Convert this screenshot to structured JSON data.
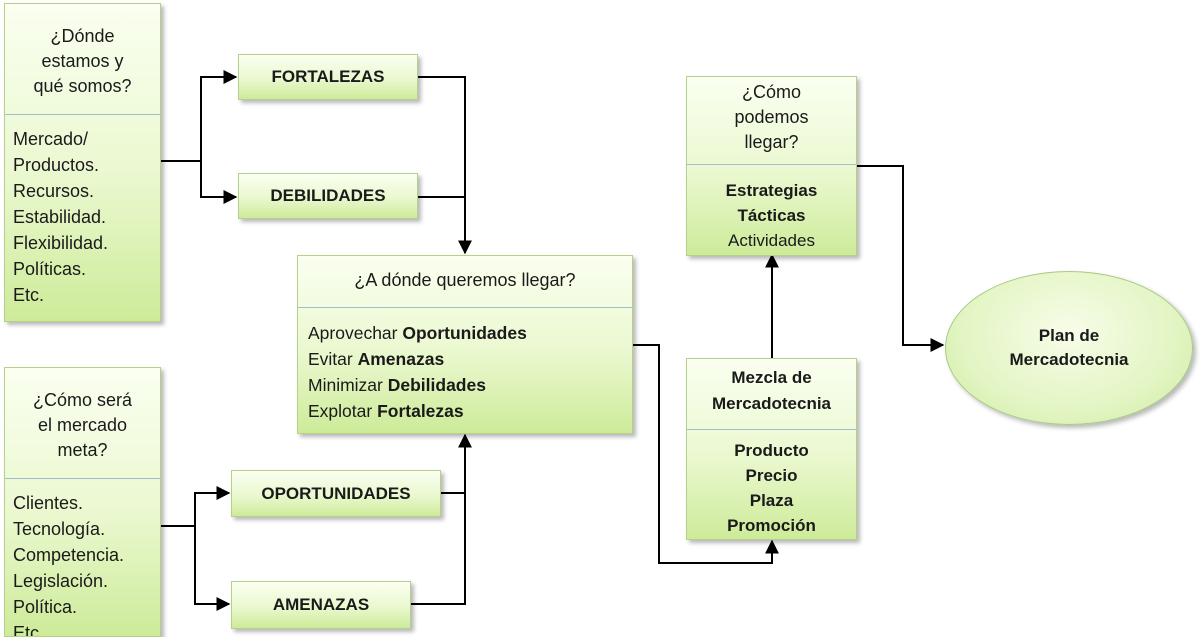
{
  "box_where": {
    "question": [
      "¿Dónde",
      "estamos y",
      "qué somos?"
    ],
    "items": [
      "Mercado/",
      "Productos.",
      "Recursos.",
      "Estabilidad.",
      "Flexibilidad.",
      "Políticas.",
      "Etc."
    ]
  },
  "box_market": {
    "question": [
      "¿Cómo será",
      "el mercado",
      "meta?"
    ],
    "items": [
      "Clientes.",
      "Tecnología.",
      "Competencia.",
      "Legislación.",
      "Política.",
      "Etc."
    ]
  },
  "fortalezas": "FORTALEZAS",
  "debilidades": "DEBILIDADES",
  "oportunidades": "OPORTUNIDADES",
  "amenazas": "AMENAZAS",
  "box_goal": {
    "question": "¿A dónde queremos llegar?",
    "items": [
      {
        "verb": "Aprovechar ",
        "object": "Oportunidades"
      },
      {
        "verb": "Evitar ",
        "object": "Amenazas"
      },
      {
        "verb": "Minimizar ",
        "object": "Debilidades"
      },
      {
        "verb": "Explotar ",
        "object": "Fortalezas"
      }
    ]
  },
  "box_mix": {
    "title": [
      "Mezcla de",
      "Mercadotecnia"
    ],
    "items": [
      "Producto",
      "Precio",
      "Plaza",
      "Promoción"
    ]
  },
  "box_how": {
    "question": [
      "¿Cómo",
      "podemos",
      "llegar?"
    ],
    "items_bold": [
      "Estrategias",
      "Tácticas"
    ],
    "items_plain": [
      "Actividades"
    ]
  },
  "plan": [
    "Plan de",
    "Mercadotecnia"
  ],
  "colors": {
    "box_fill_top": "#fafff0",
    "box_fill_bottom": "#cdeb99",
    "box_border": "#b5cf8c",
    "divider": "#9fc0cf",
    "connector": "#000000"
  }
}
